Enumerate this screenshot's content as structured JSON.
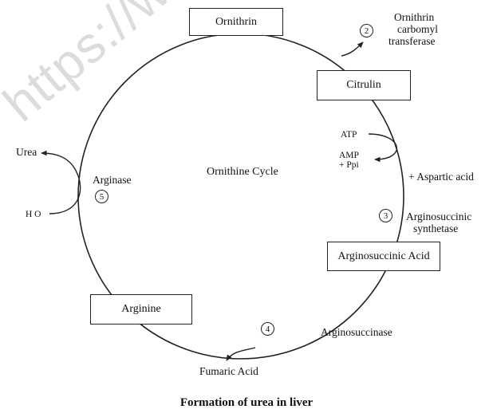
{
  "diagram": {
    "center_label": "Ornithine Cycle",
    "caption": "Formation of urea in liver",
    "watermark": "https://www.stud",
    "nodes": {
      "ornithrin": "Ornithrin",
      "citrulin": "Citrulin",
      "arginosuccinic_acid": "Arginosuccinic Acid",
      "arginine": "Arginine"
    },
    "enzymes": {
      "step2": {
        "number": "2",
        "name_line1": "Ornithrin",
        "name_line2": "carbomyl",
        "name_line3": "transferase"
      },
      "step3": {
        "number": "3",
        "name_line1": "Arginosuccinic",
        "name_line2": "synthetase"
      },
      "step4": {
        "number": "4",
        "name": "Arginosuccinase"
      },
      "step5": {
        "number": "5",
        "name": "Arginase"
      }
    },
    "inputs_outputs": {
      "atp": "ATP",
      "amp": "AMP",
      "ppi": "+ Ppi",
      "aspartic_acid": "+ Aspartic acid",
      "fumaric_acid": "Fumaric Acid",
      "urea": "Urea",
      "water": "H O"
    }
  }
}
